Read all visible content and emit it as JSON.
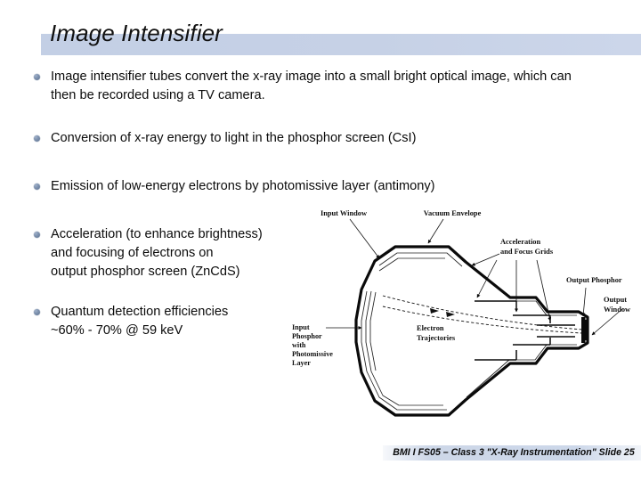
{
  "slide": {
    "title": "Image Intensifier",
    "background_color": "#ffffff",
    "title_band_color": "#c6d1e6"
  },
  "bullets": [
    {
      "id": "b1",
      "text": "Image intensifier tubes convert the x-ray image into a small bright optical image, which can then be recorded using a TV camera."
    },
    {
      "id": "b2",
      "text": "Conversion of x-ray energy to light in the phosphor screen (CsI)"
    },
    {
      "id": "b3",
      "text": "Emission of low-energy electrons by photomissive layer (antimony)"
    },
    {
      "id": "b4",
      "text": "Acceleration (to enhance brightness)\nand focusing of electrons on\noutput phosphor screen (ZnCdS)"
    },
    {
      "id": "b5",
      "text": "Quantum detection efficiencies\n~60% - 70% @ 59 keV"
    }
  ],
  "diagram": {
    "name": "image-intensifier-tube-cross-section",
    "labels": {
      "input_window": "Input Window",
      "vacuum_envelope": "Vacuum Envelope",
      "acceleration_grids_line1": "Acceleration",
      "acceleration_grids_line2": "and Focus Grids",
      "output_phosphor": "Output Phosphor",
      "output_window_line1": "Output",
      "output_window_line2": "Window",
      "electron_trajectories_line1": "Electron",
      "electron_trajectories_line2": "Trajectories",
      "input_phosphor_line1": "Input",
      "input_phosphor_line2": "Phosphor",
      "input_phosphor_line3": "with",
      "input_phosphor_line4": "Photomissive",
      "input_phosphor_line5": "Layer"
    }
  },
  "footer": {
    "text": "BMI I FS05 – Class 3 \"X-Ray Instrumentation\" Slide 25",
    "band_color": "#c7d3e7"
  }
}
